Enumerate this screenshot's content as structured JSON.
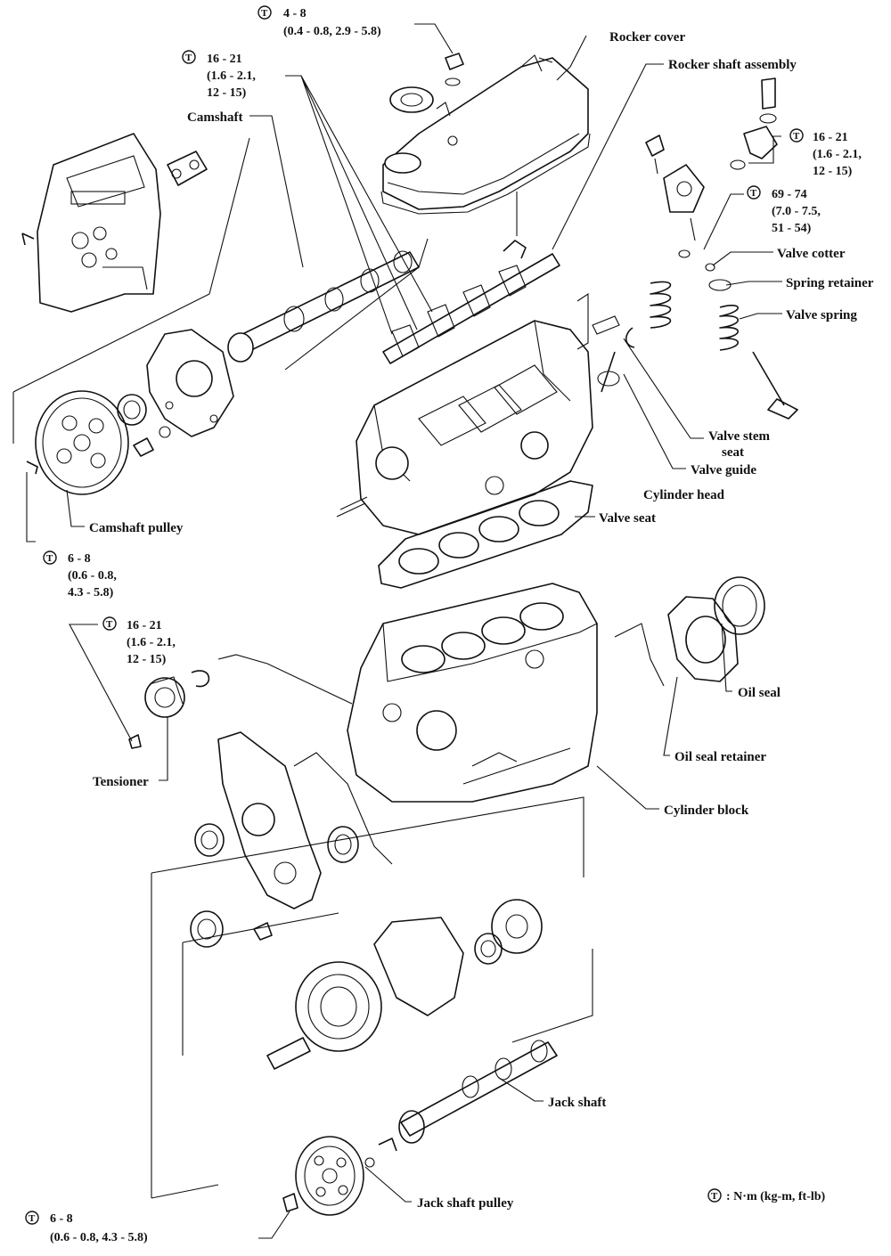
{
  "labels": {
    "rocker_cover": "Rocker cover",
    "rocker_shaft_assembly": "Rocker shaft assembly",
    "camshaft": "Camshaft",
    "valve_cotter": "Valve cotter",
    "spring_retainer": "Spring retainer",
    "valve_spring": "Valve spring",
    "valve_stem_seat_line1": "Valve stem",
    "valve_stem_seat_line2": "seat",
    "valve_guide": "Valve guide",
    "cylinder_head": "Cylinder head",
    "valve_seat": "Valve seat",
    "camshaft_pulley": "Camshaft pulley",
    "oil_seal": "Oil seal",
    "oil_seal_retainer": "Oil seal retainer",
    "tensioner": "Tensioner",
    "cylinder_block": "Cylinder block",
    "jack_shaft": "Jack shaft",
    "jack_shaft_pulley": "Jack shaft pulley"
  },
  "torque_specs": {
    "rocker_cover_nut": {
      "line1": "4 - 8",
      "line2": "(0.4 - 0.8, 2.9 - 5.8)"
    },
    "rocker_shaft_bolts": {
      "line1": "16 - 21",
      "line2": "(1.6 - 2.1,",
      "line3": "12 - 15)"
    },
    "rocker_pivot_nut": {
      "line1": "16 - 21",
      "line2": "(1.6 - 2.1,",
      "line3": "12 - 15)"
    },
    "cylinder_head_bolt": {
      "line1": "69 - 74",
      "line2": "(7.0 - 7.5,",
      "line3": "51 - 54)"
    },
    "camshaft_pulley_bolt": {
      "line1": "6 - 8",
      "line2": "(0.6 - 0.8,",
      "line3": "4.3 - 5.8)"
    },
    "tensioner_nut": {
      "line1": "16 - 21",
      "line2": "(1.6 - 2.1,",
      "line3": "12 - 15)"
    },
    "jack_shaft_pulley_bolt": {
      "line1": "6 - 8",
      "line2": "(0.6 - 0.8, 4.3 - 5.8)"
    }
  },
  "torque_symbol": "T",
  "legend": {
    "text": ":  N·m (kg-m, ft-lb)"
  }
}
